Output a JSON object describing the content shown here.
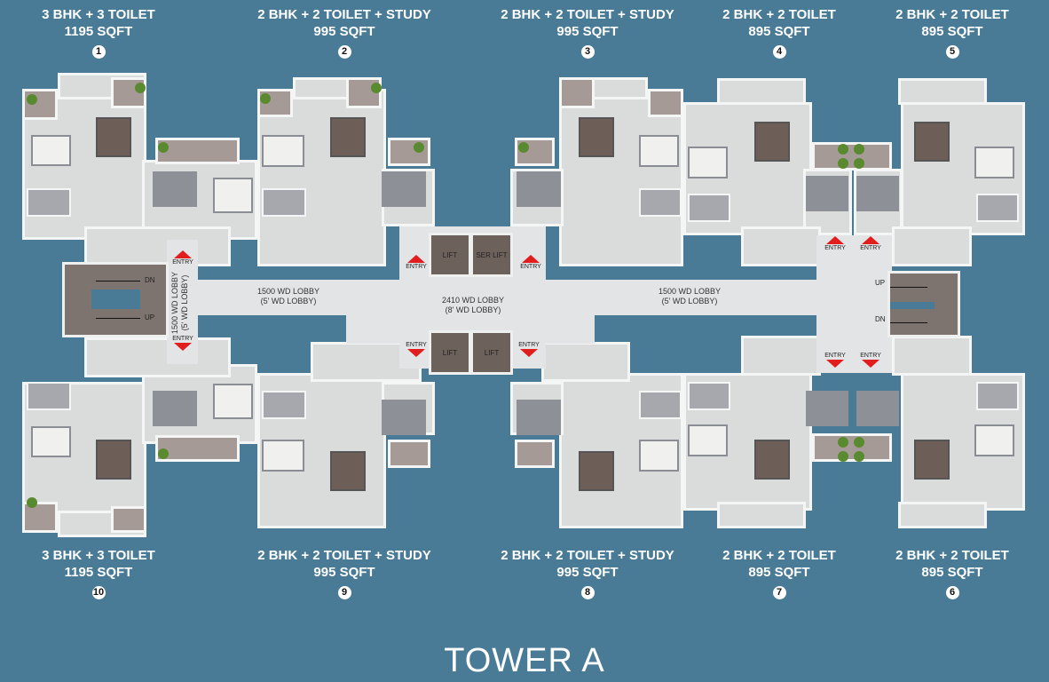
{
  "title": "TOWER A",
  "units_top": [
    {
      "num": "1",
      "type": "3 BHK + 3 TOILET",
      "area": "1195 SQFT"
    },
    {
      "num": "2",
      "type": "2 BHK + 2 TOILET + STUDY",
      "area": "995 SQFT"
    },
    {
      "num": "3",
      "type": "2 BHK + 2 TOILET + STUDY",
      "area": "995 SQFT"
    },
    {
      "num": "4",
      "type": "2 BHK + 2 TOILET",
      "area": "895 SQFT"
    },
    {
      "num": "5",
      "type": "2 BHK + 2 TOILET",
      "area": "895 SQFT"
    }
  ],
  "units_bottom": [
    {
      "num": "10",
      "type": "3 BHK + 3 TOILET",
      "area": "1195 SQFT"
    },
    {
      "num": "9",
      "type": "2 BHK + 2 TOILET + STUDY",
      "area": "995 SQFT"
    },
    {
      "num": "8",
      "type": "2 BHK + 2 TOILET + STUDY",
      "area": "995 SQFT"
    },
    {
      "num": "7",
      "type": "2 BHK + 2 TOILET",
      "area": "895 SQFT"
    },
    {
      "num": "6",
      "type": "2 BHK + 2 TOILET",
      "area": "895 SQFT"
    }
  ],
  "lobbies": {
    "left": {
      "line1": "1500 WD LOBBY",
      "line2": "(5' WD LOBBY)"
    },
    "center": {
      "line1": "2410 WD LOBBY",
      "line2": "(8' WD LOBBY)"
    },
    "right": {
      "line1": "1500 WD LOBBY",
      "line2": "(5' WD LOBBY)"
    },
    "vertical": {
      "line1": "1500 WD LOBBY",
      "line2": "(5' WD LOBBY)"
    }
  },
  "lifts": {
    "top_left": "LIFT",
    "top_right": "SER LIFT",
    "bottom_left": "LIFT",
    "bottom_right": "LIFT"
  },
  "stairs": {
    "left_top": "DN",
    "left_bottom": "UP",
    "right_top": "UP",
    "right_bottom": "DN"
  },
  "entry_label": "ENTRY",
  "colors": {
    "background": "#4a7b96",
    "entry_marker": "#e21d1d",
    "lobby": "#e2e4e6"
  }
}
